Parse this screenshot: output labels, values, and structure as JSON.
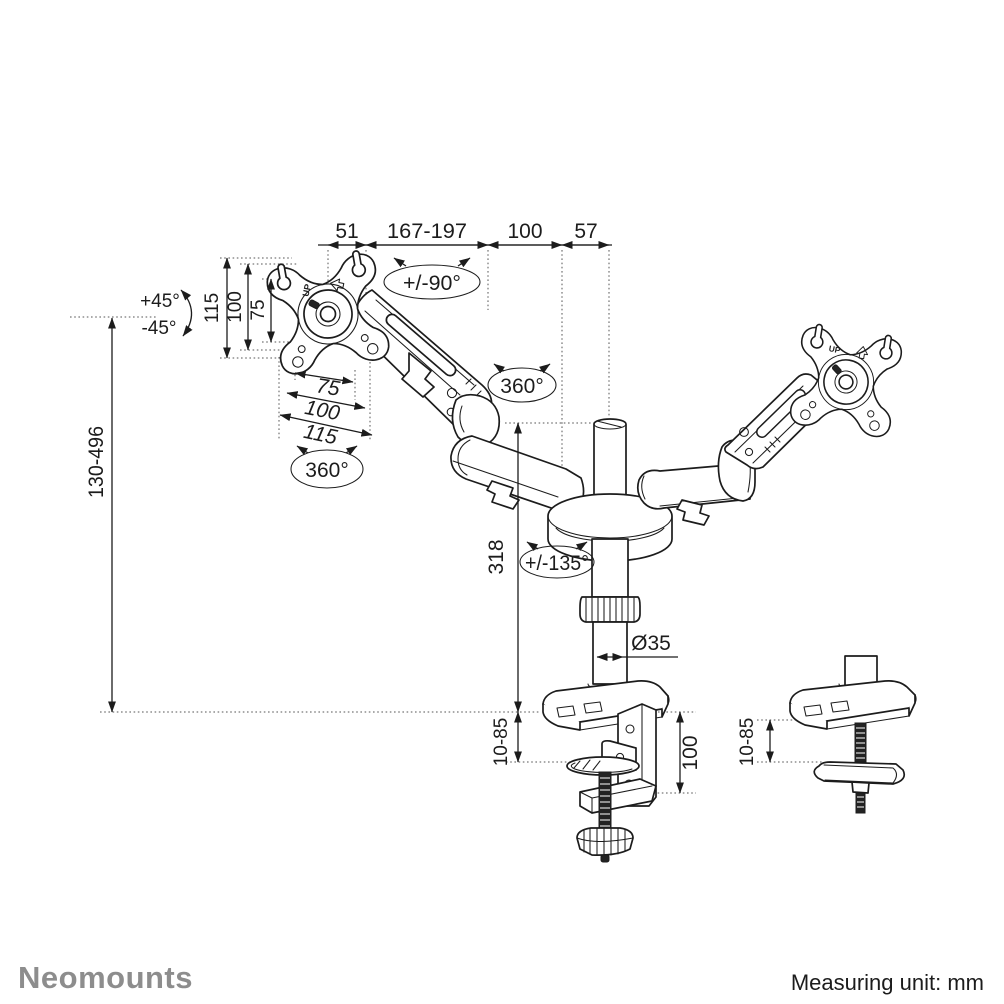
{
  "colors": {
    "ink": "#1c1c1c",
    "brand_gray": "#8d8d8d",
    "background": "#ffffff"
  },
  "footer": {
    "brand": "Neomounts",
    "measuring_unit": "Measuring unit: mm"
  },
  "dims": {
    "top51": "51",
    "top167": "167-197",
    "top100": "100",
    "top57": "57",
    "tilt_up": "+45°",
    "tilt_down": "-45°",
    "height_range": "130-496",
    "v115": "115",
    "v100": "100",
    "v75": "75",
    "s75": "75",
    "s100": "100",
    "s115": "115",
    "rot90": "+/-90°",
    "rot360_left": "360°",
    "rot360_mid": "360°",
    "rot135": "+/-135°",
    "pole_height": "318",
    "pole_diameter": "Ø35",
    "clamp_thickness": "10-85",
    "clamp_depth": "100",
    "grommet_thickness": "10-85"
  },
  "vesa": {
    "up_label": "UP"
  }
}
